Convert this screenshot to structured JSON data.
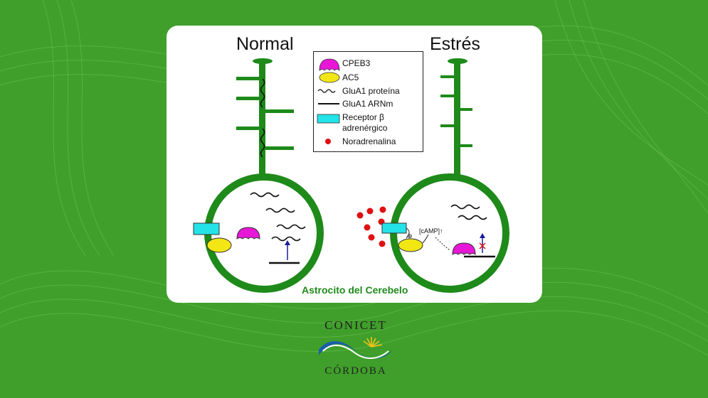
{
  "titles": {
    "normal": "Normal",
    "stress": "Estrés"
  },
  "legend": {
    "cpeb3": "CPEB3",
    "ac5": "AC5",
    "glua1_protein": "GluA1 proteína",
    "glua1_mrna": "GluA1 ARNm",
    "receptor_line1": "Receptor β",
    "receptor_line2": "adrenérgico",
    "noradrenaline": "Noradrenalina"
  },
  "labels": {
    "camp": "[cAMP]",
    "plus_sign": "⊕"
  },
  "caption": "Astrocito del Cerebelo",
  "logo": {
    "top": "CONICET",
    "bottom": "CÓRDOBA"
  },
  "colors": {
    "background": "#3f9f2a",
    "cell_green": "#1e8a1a",
    "cpeb3": "#e817d8",
    "ac5": "#f2e614",
    "receptor": "#23e3e8",
    "noradrenaline": "#e01010",
    "arrow_blue": "#1a1a9a",
    "logo_blue": "#1a5fa8",
    "logo_yellow": "#f2c21a"
  }
}
